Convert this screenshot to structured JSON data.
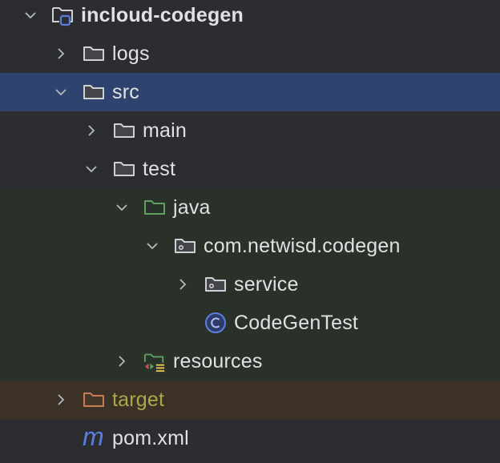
{
  "tree": {
    "items": [
      {
        "label": "incloud-codegen",
        "type": "module",
        "expanded": true,
        "depth": 0
      },
      {
        "label": "logs",
        "type": "folder",
        "expanded": false,
        "depth": 1
      },
      {
        "label": "src",
        "type": "folder",
        "expanded": true,
        "depth": 1,
        "selected": true
      },
      {
        "label": "main",
        "type": "folder",
        "expanded": false,
        "depth": 2
      },
      {
        "label": "test",
        "type": "folder",
        "expanded": true,
        "depth": 2
      },
      {
        "label": "java",
        "type": "test-sources-root",
        "expanded": true,
        "depth": 3
      },
      {
        "label": "com.netwisd.codegen",
        "type": "package",
        "expanded": true,
        "depth": 4
      },
      {
        "label": "service",
        "type": "package",
        "expanded": false,
        "depth": 5
      },
      {
        "label": "CodeGenTest",
        "type": "class",
        "depth": 5
      },
      {
        "label": "resources",
        "type": "test-resources-root",
        "expanded": false,
        "depth": 3
      },
      {
        "label": "target",
        "type": "excluded-folder",
        "expanded": false,
        "depth": 1
      },
      {
        "label": "pom.xml",
        "type": "maven-file",
        "depth": 1
      }
    ]
  },
  "colors": {
    "background": "#2b2d30",
    "selected_row": "#2e436e",
    "test_row": "#293129",
    "excluded_row": "#3b3126",
    "text": "#dfe1e5",
    "excluded_text": "#a9a94a",
    "accent_blue": "#5a7fe0",
    "test_green": "#5fa05f",
    "excluded_orange": "#c77c55"
  }
}
